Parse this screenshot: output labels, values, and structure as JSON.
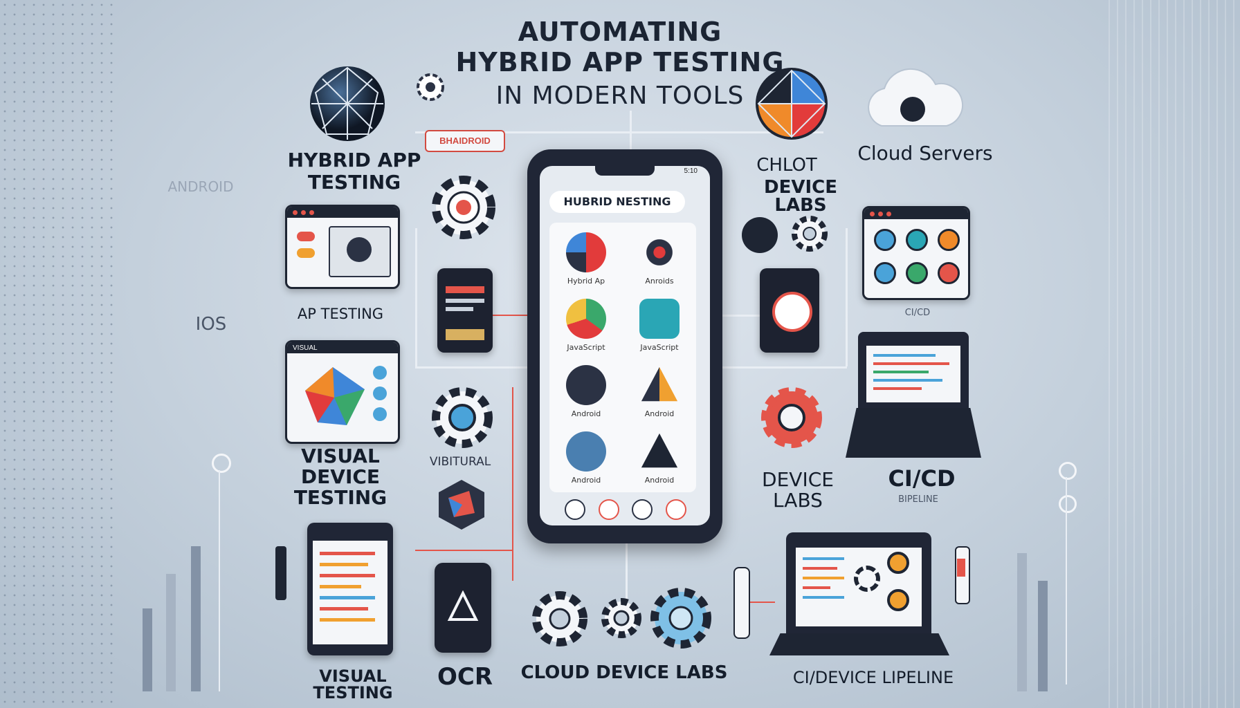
{
  "title": {
    "line1": "AUTOMATING",
    "line2": "HYBRID APP TESTING",
    "line3": "IN MODERN TOOLS"
  },
  "phone": {
    "status": "5:10",
    "header": "HUBRID NESTING",
    "apps": [
      {
        "label": "Hybrid Ap"
      },
      {
        "label": "Anroids"
      },
      {
        "label": "JavaScript"
      },
      {
        "label": "JavaScript"
      },
      {
        "label": "Android"
      },
      {
        "label": "Android"
      },
      {
        "label": "Android"
      },
      {
        "label": "Android"
      }
    ]
  },
  "labels": {
    "hybrid_app_testing_1": "HYBRID APP",
    "hybrid_app_testing_2": "TESTING",
    "android": "ANDROID",
    "ios": "IOS",
    "ap_testing": "AP TESTING",
    "visual_small": "VISUAL",
    "visual_device_1": "VISUAL",
    "visual_device_2": "DEVICE",
    "visual_device_3": "TESTING",
    "vibitural": "VIBITURAL",
    "android_badge": "BHAIDROID",
    "chlot_1": "CHLOT",
    "chlot_2": "DEVICE LABS",
    "cloud_servers": "Cloud Servers",
    "device_labs_1": "DEVICE",
    "device_labs_2": "LABS",
    "cicd": "CI/CD",
    "pipeline_small": "BIPELINE",
    "visual_testing": "VISUAL TESTING",
    "ocr": "OCR",
    "cloud_device_labs": "CLOUD DEVICE LABS",
    "ci_device_pipeline": "CI/DEVICE LIPELINE",
    "cicd_small": "CI/CD"
  },
  "colors": {
    "accent_red": "#e4554a",
    "accent_blue": "#4aa3d9",
    "dark": "#1e2533",
    "background": "#c4d0dc"
  },
  "icons": [
    "globe-icon",
    "gear-icon",
    "cloud-icon",
    "laptop-icon",
    "phone-icon",
    "window-icon"
  ]
}
